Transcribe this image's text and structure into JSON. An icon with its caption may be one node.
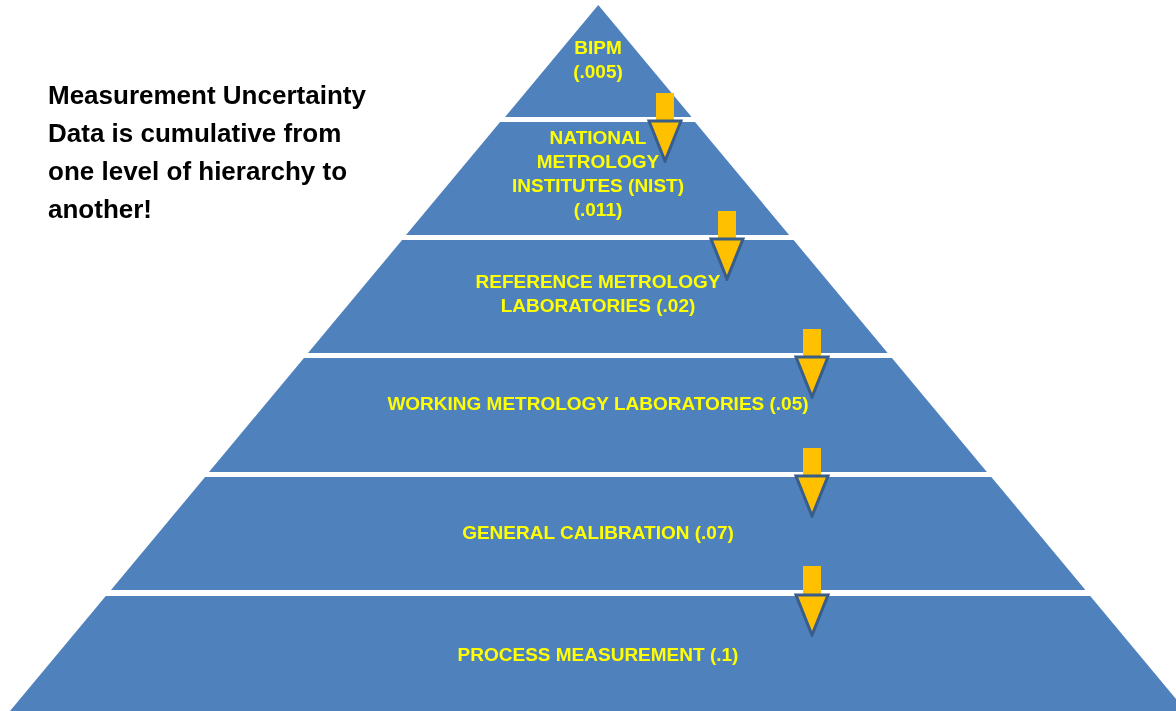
{
  "diagram": {
    "nodes": [
      {
        "text": [
          "BIPM (.005)"
        ]
      },
      {
        "text": [
          "NATIONAL METROLOGY INSTITUTES (NIST) (.011)"
        ]
      },
      {
        "text": [
          "REFERENCE METROLOGY LABORATORIES (.02)"
        ]
      },
      {
        "text": [
          "WORKING METROLOGY LABORATORIES (.05)"
        ]
      },
      {
        "text": [
          "GENERAL CALIBRATION (.07)"
        ]
      },
      {
        "text": [
          "PROCESS MEASUREMENT (.1)"
        ]
      }
    ],
    "edges": [
      {
        "from": 0,
        "to": 1,
        "arrow": "to"
      },
      {
        "from": 1,
        "to": 2,
        "arrow": "to"
      },
      {
        "from": 2,
        "to": 3,
        "arrow": "to"
      },
      {
        "from": 3,
        "to": 4,
        "arrow": "to"
      },
      {
        "from": 4,
        "to": 5,
        "arrow": "to"
      }
    ],
    "labels": [
      "Measurement Uncertainty Data is cumulative from one level of hierarchy to another!"
    ]
  }
}
